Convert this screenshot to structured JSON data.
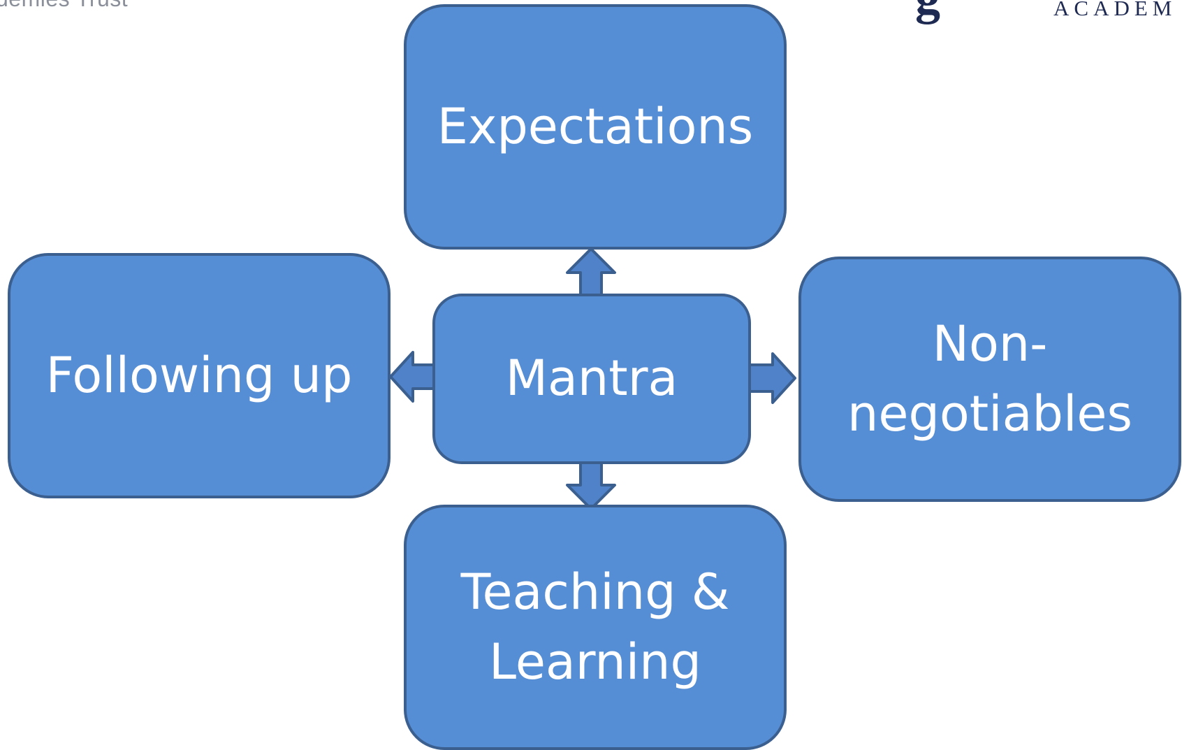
{
  "header": {
    "trust_text": "demies Trust",
    "academy_text": "ACADEM",
    "logo_glyph": "g"
  },
  "diagram": {
    "center": "Mantra",
    "top": "Expectations",
    "left": "Following up",
    "right": "Non-negotiables",
    "bottom": "Teaching & Learning"
  },
  "colors": {
    "box_fill": "#568ed6",
    "box_border": "#3b5f8f",
    "box_text": "#ffffff",
    "arrow_fill": "#4f82c8"
  }
}
